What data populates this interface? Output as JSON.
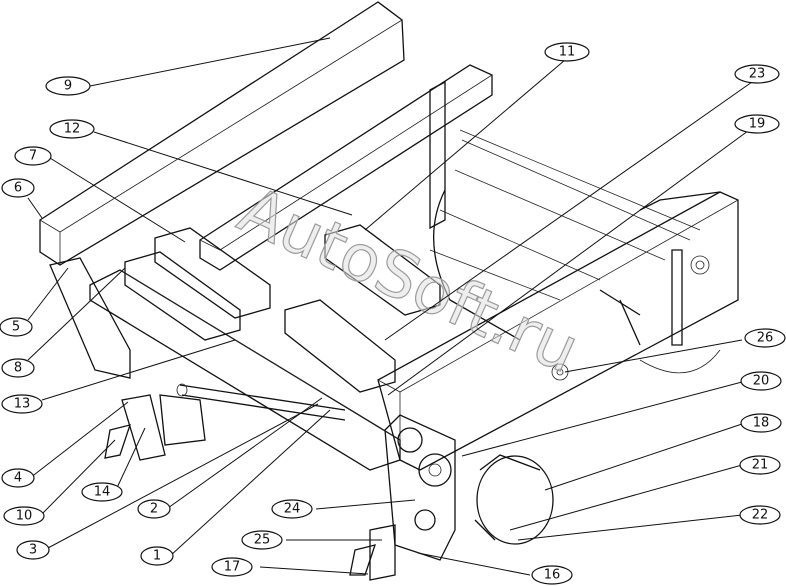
{
  "watermark": "AutoSoft.ru",
  "callouts": [
    {
      "label": "9"
    },
    {
      "label": "11"
    },
    {
      "label": "23"
    },
    {
      "label": "12"
    },
    {
      "label": "19"
    },
    {
      "label": "7"
    },
    {
      "label": "6"
    },
    {
      "label": "5"
    },
    {
      "label": "8"
    },
    {
      "label": "26"
    },
    {
      "label": "13"
    },
    {
      "label": "20"
    },
    {
      "label": "18"
    },
    {
      "label": "4"
    },
    {
      "label": "21"
    },
    {
      "label": "10"
    },
    {
      "label": "14"
    },
    {
      "label": "2"
    },
    {
      "label": "24"
    },
    {
      "label": "22"
    },
    {
      "label": "3"
    },
    {
      "label": "25"
    },
    {
      "label": "1"
    },
    {
      "label": "17"
    },
    {
      "label": "16"
    }
  ]
}
